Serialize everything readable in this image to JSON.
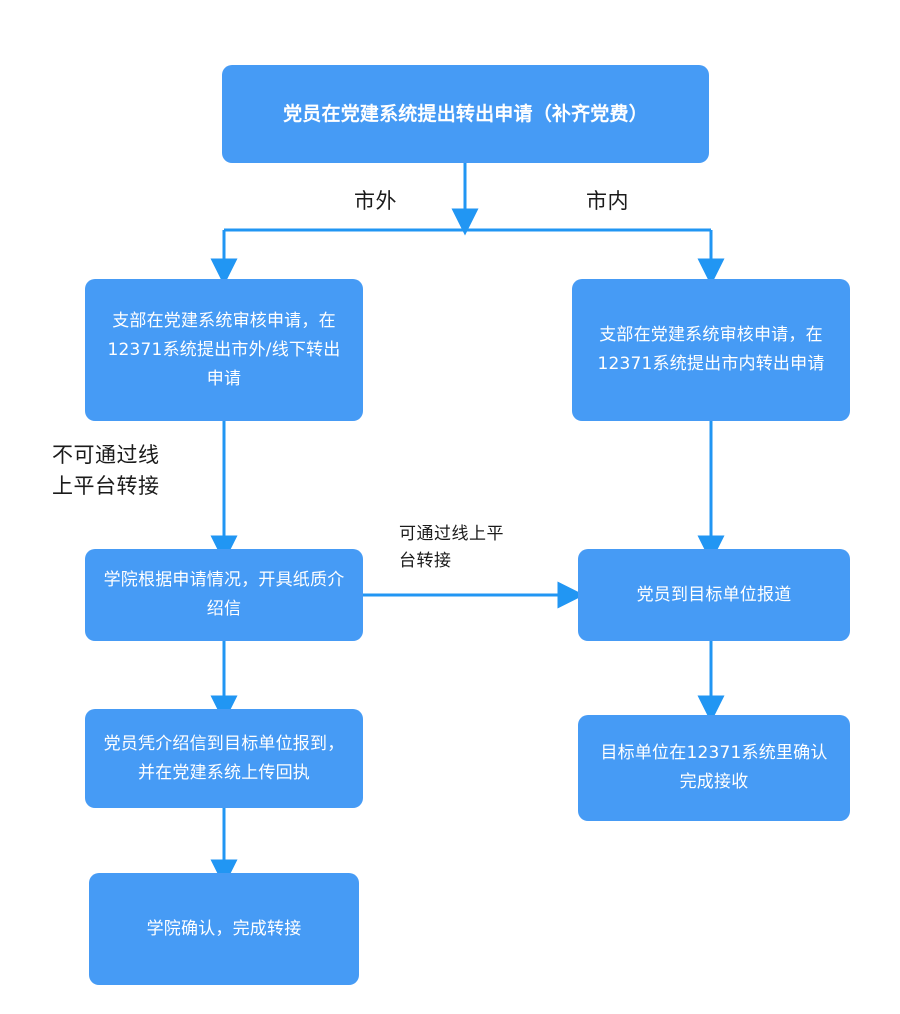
{
  "diagram": {
    "title_node": {
      "id": "start",
      "text": "党员在党建系统提出转出申请（补齐党费）"
    },
    "branch_labels": {
      "left": "市外",
      "right": "市内"
    },
    "annotations": {
      "left_note": "不可通过线\n上平台转接",
      "middle_note": "可通过线上平\n台转接"
    },
    "nodes": {
      "left_review": "支部在党建系统审核申请，在12371系统提出市外/线下转出申请",
      "right_review": "支部在党建系统审核申请，在12371系统提出市内转出申请",
      "left_letter": "学院根据申请情况，开具纸质介绍信",
      "right_report": "党员到目标单位报道",
      "left_receipt": "党员凭介绍信到目标单位报到，并在党建系统上传回执",
      "right_confirm": "目标单位在12371系统里确认完成接收",
      "left_finish": "学院确认，完成转接"
    },
    "colors": {
      "node_fill": "#469bf5",
      "node_text": "#ffffff",
      "edge_stroke": "#2196f3",
      "label_text": "#1b1b1b",
      "background": "#ffffff"
    }
  }
}
